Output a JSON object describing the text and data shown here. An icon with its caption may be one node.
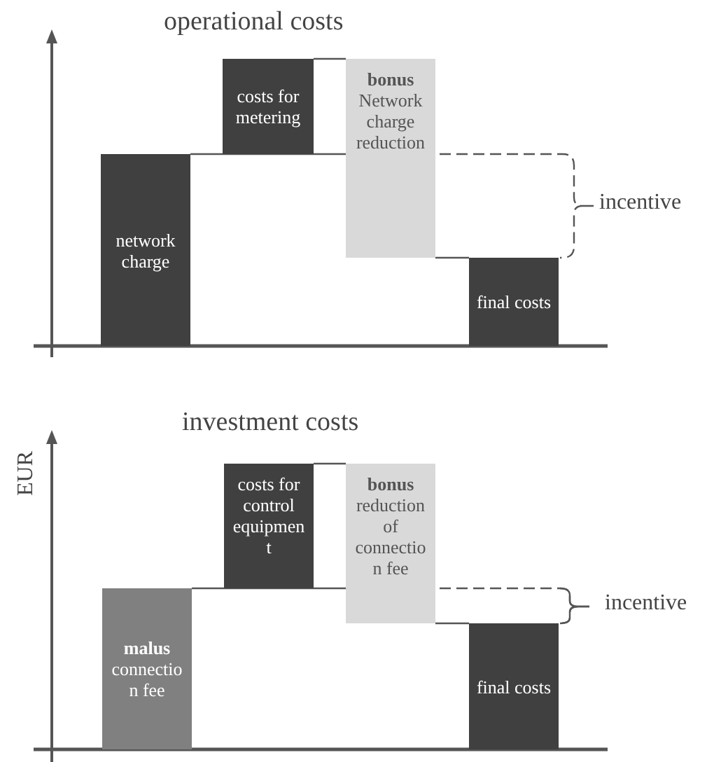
{
  "diagram": {
    "nodes": [
      {
        "text": [
          "network charge"
        ]
      },
      {
        "text": [
          "costs for metering"
        ]
      },
      {
        "text": [
          "bonus",
          "Network charge reduction"
        ]
      },
      {
        "text": [
          "final costs"
        ]
      },
      {
        "text": [
          "malus",
          "connection fee"
        ]
      },
      {
        "text": [
          "costs for control equipment"
        ]
      },
      {
        "text": [
          "bonus",
          "reduction of connection fee"
        ]
      },
      {
        "text": [
          "final costs"
        ]
      }
    ],
    "edges": [
      {
        "from": 0,
        "to": 2,
        "arrow": "none"
      },
      {
        "from": 1,
        "to": 2,
        "arrow": "none"
      },
      {
        "from": 2,
        "to": 3,
        "arrow": "none"
      },
      {
        "from": 4,
        "to": 6,
        "arrow": "none"
      },
      {
        "from": 5,
        "to": 6,
        "arrow": "none"
      },
      {
        "from": 6,
        "to": 7,
        "arrow": "none"
      }
    ],
    "labels": [
      "operational costs",
      "incentive",
      "investment costs",
      "EUR",
      "incentive"
    ]
  }
}
